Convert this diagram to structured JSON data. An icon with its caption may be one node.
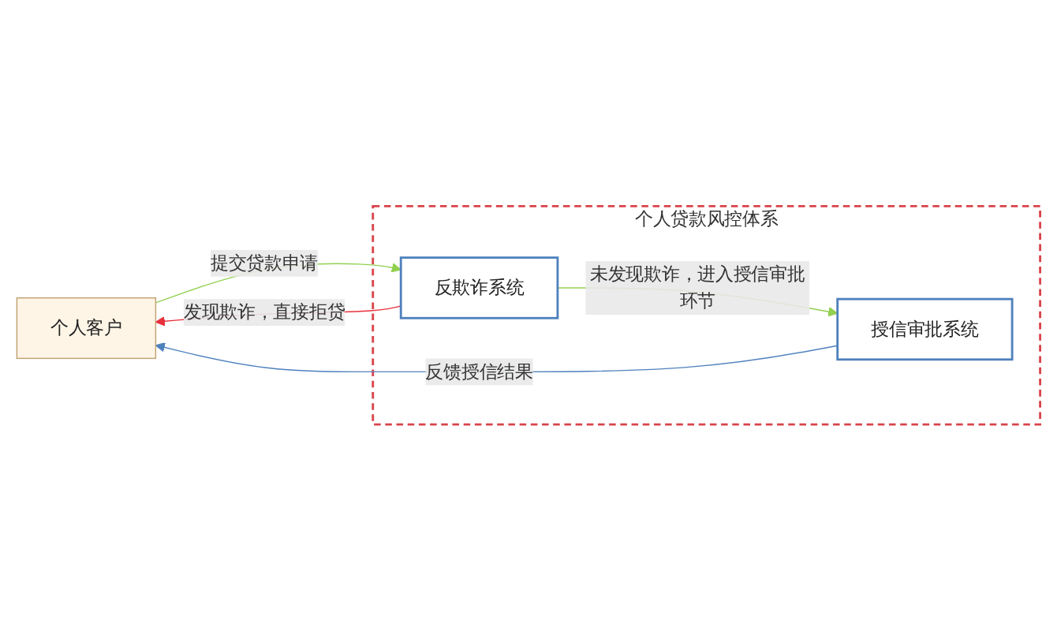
{
  "diagram": {
    "nodes": [
      {
        "text": [
          "个人客户"
        ]
      },
      {
        "text": [
          "个人贷款风控体系"
        ]
      },
      {
        "text": [
          "反欺诈系统"
        ],
        "in": 1
      },
      {
        "text": [
          "授信审批系统"
        ],
        "in": 1
      }
    ],
    "edges": [
      {
        "from": 0,
        "to": 2,
        "arrow": "to",
        "label": "提交贷款申请",
        "color": "#92d050"
      },
      {
        "from": 2,
        "to": 0,
        "arrow": "to",
        "label": "发现欺诈，直接拒贷",
        "color": "#e8303c"
      },
      {
        "from": 2,
        "to": 3,
        "arrow": "to",
        "label": "未发现欺诈，进入授信审批环节",
        "color": "#92d050"
      },
      {
        "from": 3,
        "to": 0,
        "arrow": "to",
        "label": "反馈授信结果",
        "color": "#4f81bd"
      }
    ]
  }
}
